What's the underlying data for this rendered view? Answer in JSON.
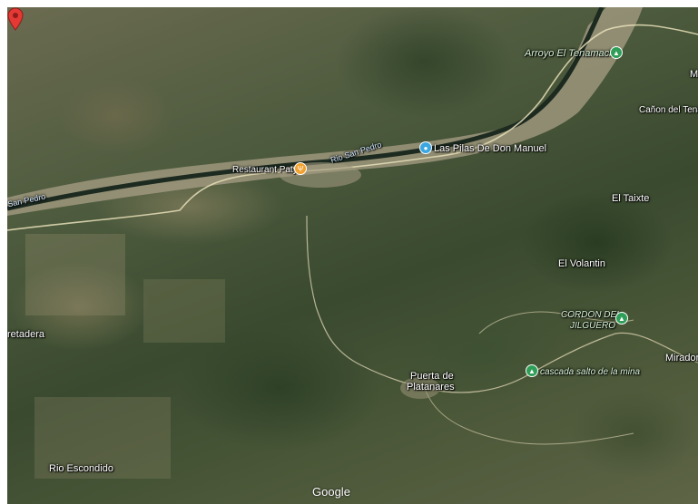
{
  "map": {
    "places": {
      "arroyo_el_tenamache": "Arroyo El Tenamache",
      "canon_del_tena": "Cañon del Tena",
      "las_pilas": "Las Pilas De Don Manuel",
      "restaurant_paty": "Restaurant Paty",
      "el_taixte": "El Taixte",
      "el_volantin": "El Volantin",
      "cordon_del_jilguero_line1": "CORDON DEL",
      "cordon_del_jilguero_line2": "JILGUERO",
      "mirador": "Mirador",
      "cascada": "cascada salto de la mina",
      "puerta_line1": "Puerta de",
      "puerta_line2": "Platanares",
      "retadera": "retadera",
      "rio_escondido": "Rio Escondido",
      "m_label": "M"
    },
    "rivers": {
      "san_pedro_left": "San Pedro",
      "rio_san_pedro": "Rio San Pedro"
    },
    "attribution": "Google",
    "colors": {
      "selected_pin": "#e53935",
      "park_pin": "#2f9e58",
      "water_pin": "#3aa7e0",
      "food_pin": "#f2a12e"
    },
    "icons": [
      "tree-icon",
      "water-drop-icon",
      "restaurant-icon",
      "location-pin-icon"
    ]
  }
}
